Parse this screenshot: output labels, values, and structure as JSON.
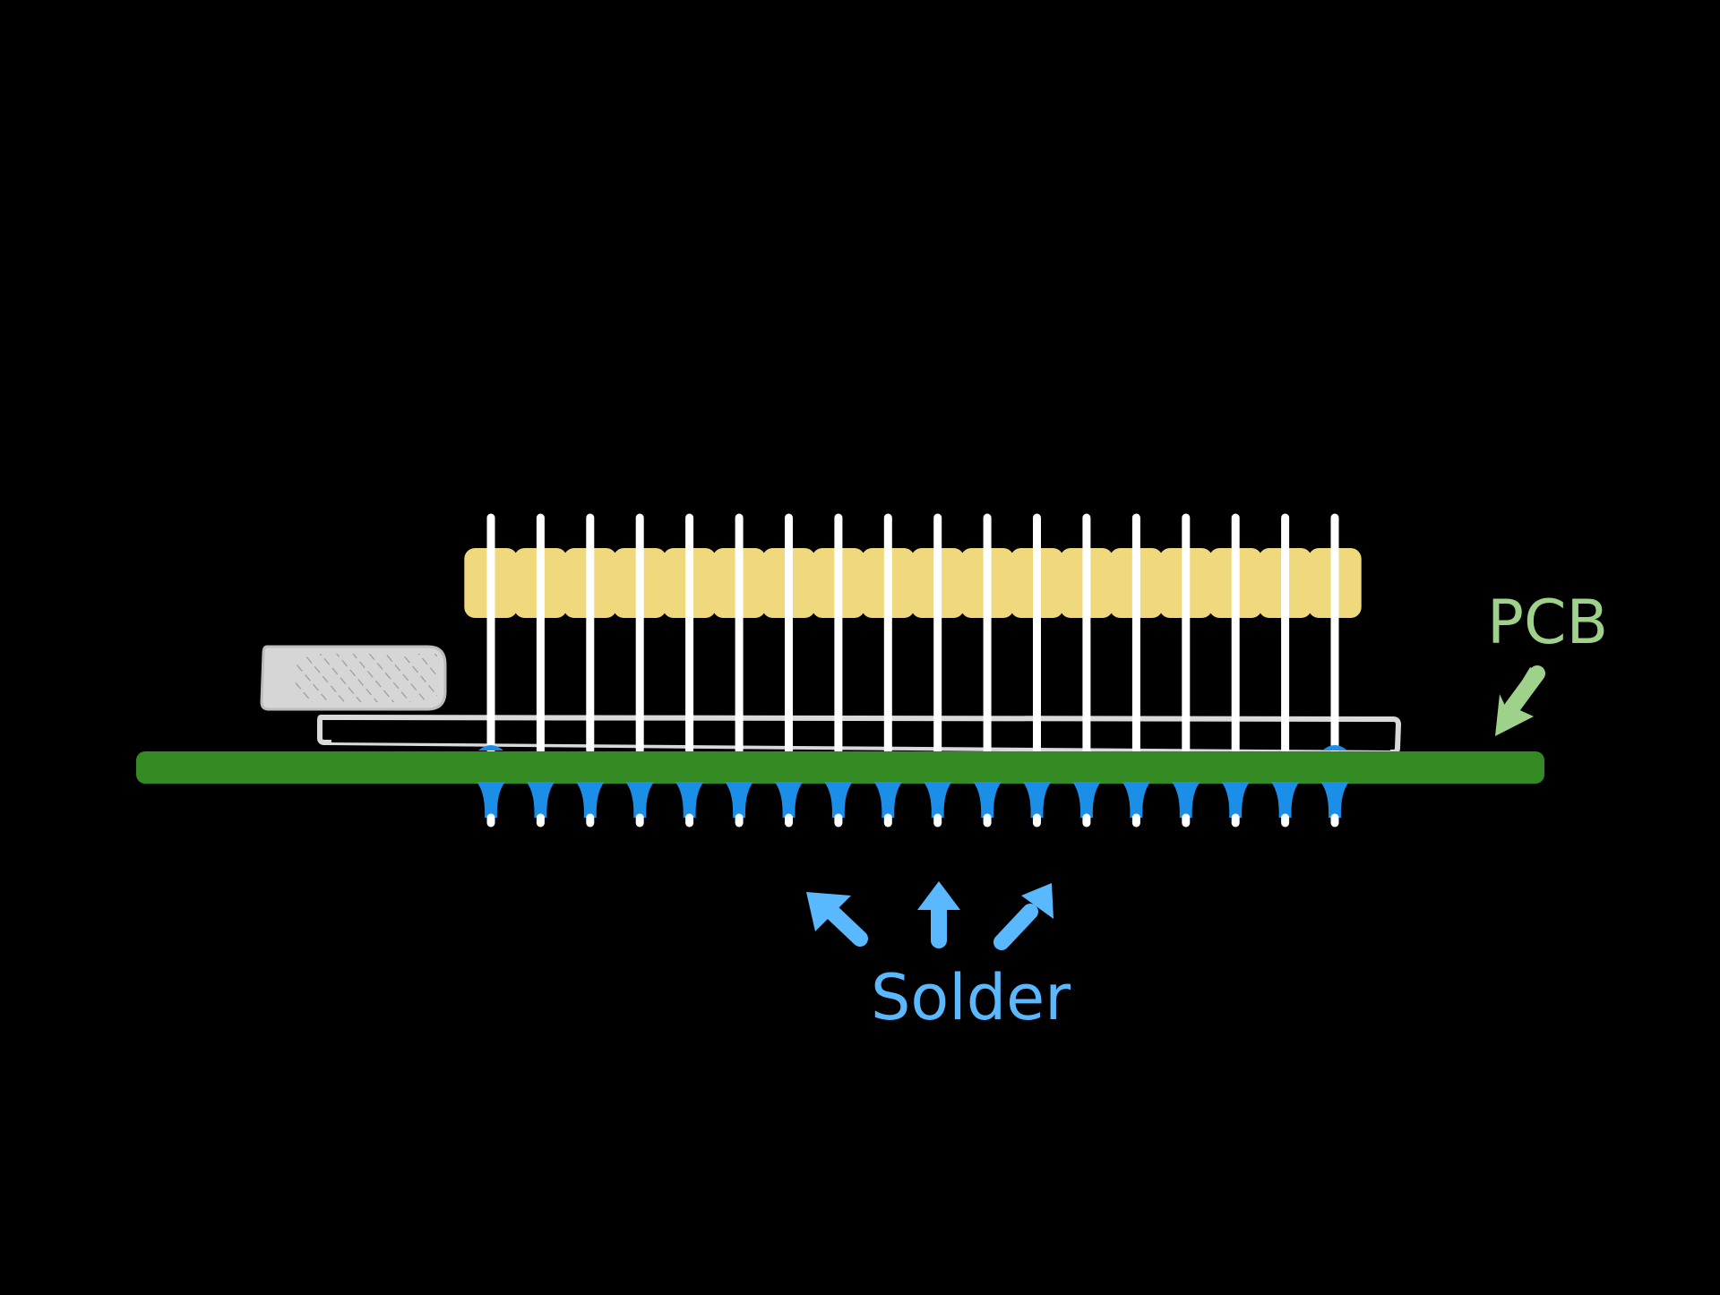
{
  "labels": {
    "pcb": "PCB",
    "solder": "Solder"
  },
  "pins": {
    "count": 18
  },
  "colors": {
    "background": "#000000",
    "pcb": "#338a22",
    "pcb_label": "#9ed18a",
    "solder": "#1b8fe8",
    "solder_label": "#5ab8ff",
    "pin": "#ffffff",
    "spacer": "#f0d97c",
    "board_outline": "#d9d9d9",
    "chip": "#d6d6d6"
  },
  "icons": {
    "pcb_pointer": "arrow-down-left-icon",
    "solder_pointers": [
      "arrow-up-left-icon",
      "arrow-up-icon",
      "arrow-up-right-icon"
    ]
  }
}
